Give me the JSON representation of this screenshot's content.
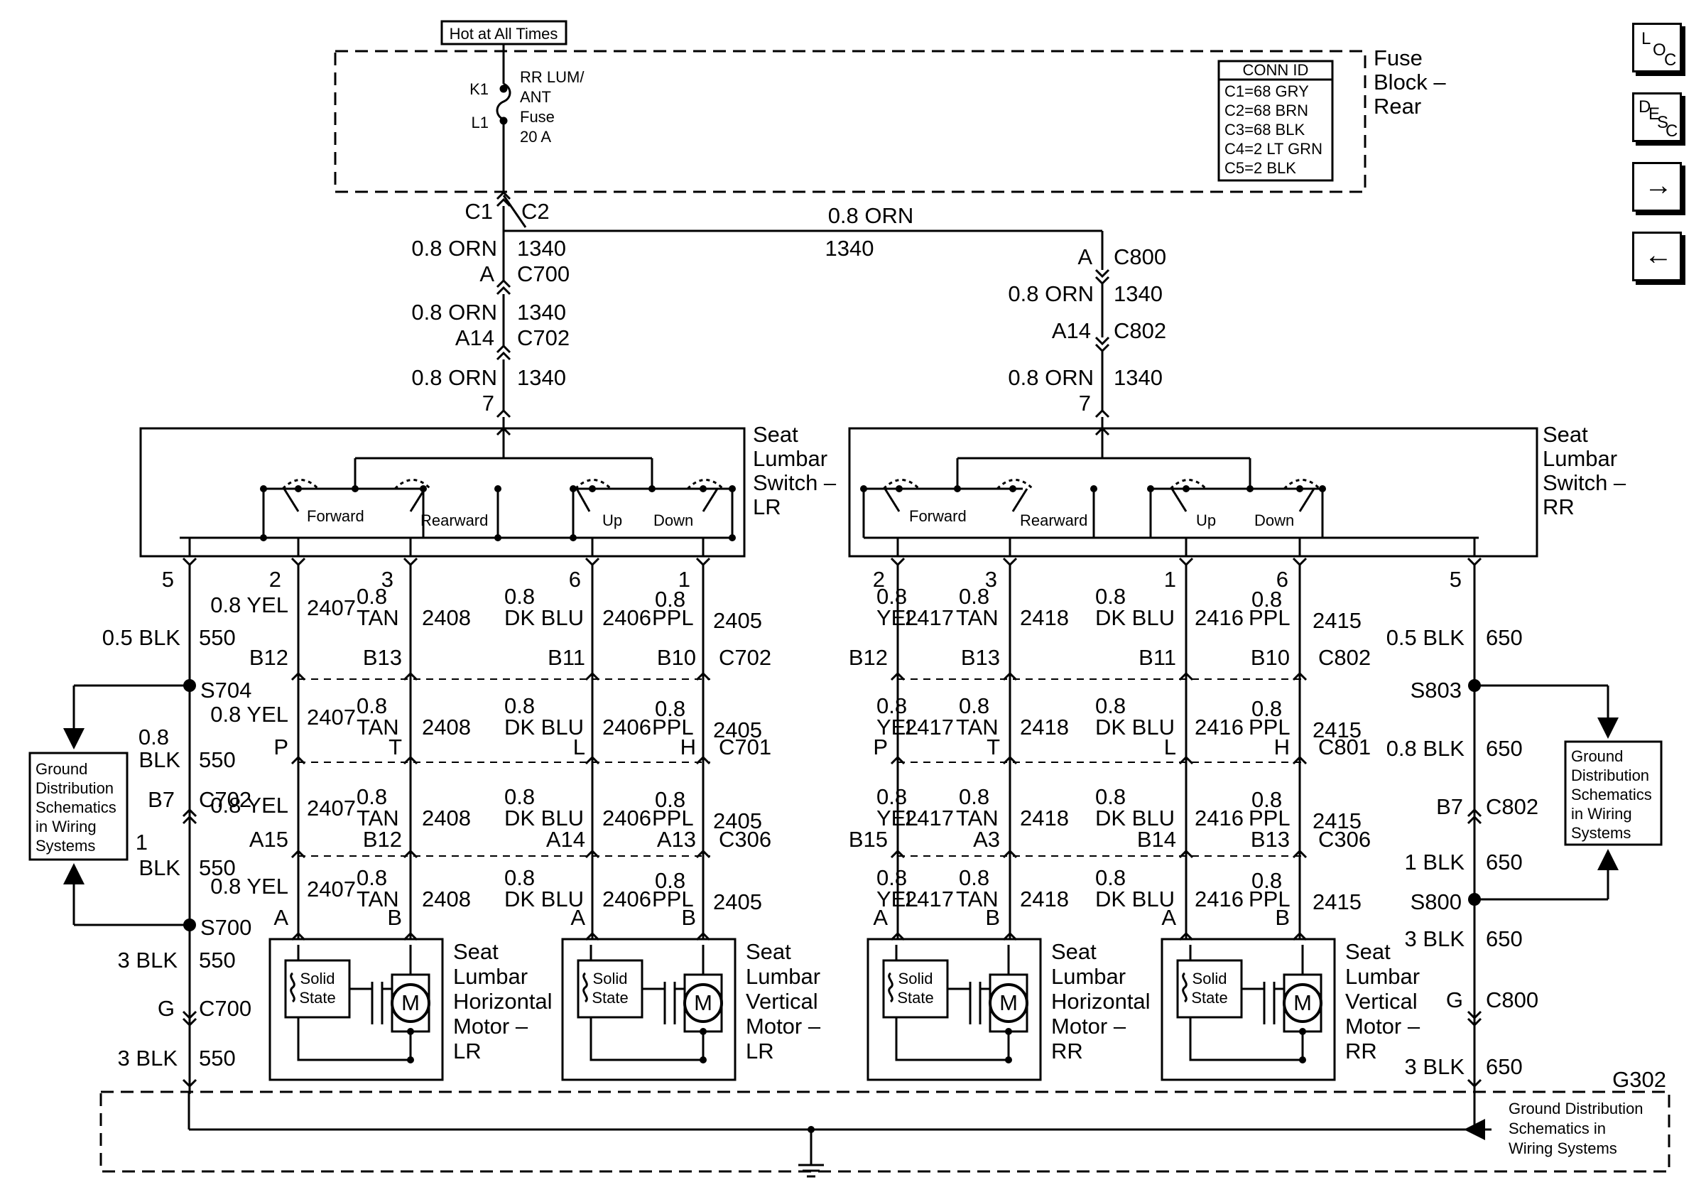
{
  "header": {
    "hot": "Hot at All Times"
  },
  "fuse_block": {
    "name": [
      "Fuse",
      "Block –",
      "Rear"
    ],
    "fuse": {
      "k1": "K1",
      "l1": "L1",
      "lines": [
        "RR LUM/",
        "ANT",
        "Fuse",
        "20 A"
      ]
    },
    "conn_id": {
      "title": "CONN ID",
      "rows": [
        "C1=68 GRY",
        "C2=68 BRN",
        "C3=68 BLK",
        "C4=2 LT GRN",
        "C5=2 BLK"
      ]
    },
    "c1": "C1",
    "c2": "C2"
  },
  "feed": {
    "top_wire": "0.8 ORN",
    "top_circuit": "1340",
    "left": [
      {
        "wire": "0.8 ORN",
        "circuit": "1340",
        "pin": "A",
        "conn": "C700"
      },
      {
        "wire": "0.8 ORN",
        "circuit": "1340",
        "pin": "A14",
        "conn": "C702"
      },
      {
        "wire": "0.8 ORN",
        "circuit": "1340",
        "pin": "7"
      }
    ],
    "right": [
      {
        "pin": "A",
        "conn": "C800"
      },
      {
        "wire": "0.8 ORN",
        "circuit": "1340",
        "pin": "A14",
        "conn": "C802"
      },
      {
        "wire": "0.8 ORN",
        "circuit": "1340",
        "pin": "7"
      }
    ]
  },
  "switches": {
    "lr": {
      "name": [
        "Seat",
        "Lumbar",
        "Switch –",
        "LR"
      ],
      "forward": "Forward",
      "rearward": "Rearward",
      "up": "Up",
      "down": "Down"
    },
    "rr": {
      "name": [
        "Seat",
        "Lumbar",
        "Switch –",
        "RR"
      ],
      "forward": "Forward",
      "rearward": "Rearward",
      "up": "Up",
      "down": "Down"
    }
  },
  "left_side": {
    "pins_top": [
      "5",
      "2",
      "3",
      "6",
      "1"
    ],
    "ground": {
      "w1": "0.5 BLK",
      "c1": "550",
      "splice1": "S704",
      "w2a": "0.8",
      "w2b": "BLK",
      "c2": "550",
      "pin": "B7",
      "conn": "C702",
      "w3a": "1",
      "w3b": "BLK",
      "c3": "550",
      "splice2": "S700",
      "w4": "3 BLK",
      "c4": "550",
      "pin2": "G",
      "conn2": "C700",
      "w5": "3 BLK",
      "c5": "550"
    },
    "gd_box": [
      "Ground",
      "Distribution",
      "Schematics",
      "in Wiring",
      "Systems"
    ],
    "row1": {
      "yel": "0.8 YEL",
      "yel_c": "2407",
      "tan_a": "0.8",
      "tan_b": "TAN",
      "tan_c": "2408",
      "blu_a": "0.8",
      "blu_b": "DK BLU",
      "blu_c": "2406",
      "ppl_a": "0.8",
      "ppl_b": "PPL",
      "ppl_c": "2405",
      "pins": [
        "B12",
        "B13",
        "B11",
        "B10"
      ],
      "conn": "C702"
    },
    "row2": {
      "yel": "0.8 YEL",
      "yel_c": "2407",
      "tan_a": "0.8",
      "tan_b": "TAN",
      "tan_c": "2408",
      "blu_a": "0.8",
      "blu_b": "DK BLU",
      "blu_c": "2406",
      "ppl_a": "0.8",
      "ppl_b": "PPL",
      "ppl_c": "2405",
      "pins": [
        "P",
        "T",
        "L",
        "H"
      ],
      "conn": "C701"
    },
    "row3": {
      "yel": "0.8 YEL",
      "yel_c": "2407",
      "tan_a": "0.8",
      "tan_b": "TAN",
      "tan_c": "2408",
      "blu_a": "0.8",
      "blu_b": "DK BLU",
      "blu_c": "2406",
      "ppl_a": "0.8",
      "ppl_b": "PPL",
      "ppl_c": "2405",
      "pins": [
        "A15",
        "B12",
        "A14",
        "A13"
      ],
      "conn": "C306"
    },
    "row4": {
      "yel": "0.8 YEL",
      "yel_c": "2407",
      "tan_a": "0.8",
      "tan_b": "TAN",
      "tan_c": "2408",
      "blu_a": "0.8",
      "blu_b": "DK BLU",
      "blu_c": "2406",
      "ppl_a": "0.8",
      "ppl_b": "PPL",
      "ppl_c": "2405",
      "pins": [
        "A",
        "B",
        "A",
        "B"
      ]
    }
  },
  "right_side": {
    "pins_top": [
      "2",
      "3",
      "1",
      "6",
      "5"
    ],
    "ground": {
      "w1": "0.5 BLK",
      "c1": "650",
      "splice1": "S803",
      "w2": "0.8 BLK",
      "c2": "650",
      "pin": "B7",
      "conn": "C802",
      "w3": "1 BLK",
      "c3": "650",
      "splice2": "S800",
      "w4": "3 BLK",
      "c4": "650",
      "pin2": "G",
      "conn2": "C800",
      "w5": "3 BLK",
      "c5": "650"
    },
    "gd_box": [
      "Ground",
      "Distribution",
      "Schematics",
      "in Wiring",
      "Systems"
    ],
    "row1": {
      "yel_a": "0.8",
      "yel_b": "YEL",
      "yel_c": "2417",
      "tan_a": "0.8",
      "tan_b": "TAN",
      "tan_c": "2418",
      "blu_a": "0.8",
      "blu_b": "DK BLU",
      "blu_c": "2416",
      "ppl_a": "0.8",
      "ppl_b": "PPL",
      "ppl_c": "2415",
      "pins": [
        "B12",
        "B13",
        "B11",
        "B10"
      ],
      "conn": "C802"
    },
    "row2": {
      "yel_a": "0.8",
      "yel_b": "YEL",
      "yel_c": "2417",
      "tan_a": "0.8",
      "tan_b": "TAN",
      "tan_c": "2418",
      "blu_a": "0.8",
      "blu_b": "DK BLU",
      "blu_c": "2416",
      "ppl_a": "0.8",
      "ppl_b": "PPL",
      "ppl_c": "2415",
      "pins": [
        "P",
        "T",
        "L",
        "H"
      ],
      "conn": "C801"
    },
    "row3": {
      "yel_a": "0.8",
      "yel_b": "YEL",
      "yel_c": "2417",
      "tan_a": "0.8",
      "tan_b": "TAN",
      "tan_c": "2418",
      "blu_a": "0.8",
      "blu_b": "DK BLU",
      "blu_c": "2416",
      "ppl_a": "0.8",
      "ppl_b": "PPL",
      "ppl_c": "2415",
      "pins": [
        "B15",
        "A3",
        "B14",
        "B13"
      ],
      "conn": "C306"
    },
    "row4": {
      "yel_a": "0.8",
      "yel_b": "YEL",
      "yel_c": "2417",
      "tan_a": "0.8",
      "tan_b": "TAN",
      "tan_c": "2418",
      "blu_a": "0.8",
      "blu_b": "DK BLU",
      "blu_c": "2416",
      "ppl_a": "0.8",
      "ppl_b": "PPL",
      "ppl_c": "2415",
      "pins": [
        "A",
        "B",
        "A",
        "B"
      ]
    }
  },
  "motors": [
    {
      "name": [
        "Seat",
        "Lumbar",
        "Horizontal",
        "Motor –",
        "LR"
      ],
      "ss": [
        "Solid",
        "State"
      ],
      "m": "M"
    },
    {
      "name": [
        "Seat",
        "Lumbar",
        "Vertical",
        "Motor –",
        "LR"
      ],
      "ss": [
        "Solid",
        "State"
      ],
      "m": "M"
    },
    {
      "name": [
        "Seat",
        "Lumbar",
        "Horizontal",
        "Motor –",
        "RR"
      ],
      "ss": [
        "Solid",
        "State"
      ],
      "m": "M"
    },
    {
      "name": [
        "Seat",
        "Lumbar",
        "Vertical",
        "Motor –",
        "RR"
      ],
      "ss": [
        "Solid",
        "State"
      ],
      "m": "M"
    }
  ],
  "ground_bus": {
    "id": "G302",
    "note": [
      "Ground Distribution",
      "Schematics in",
      "Wiring Systems"
    ]
  },
  "nav": {
    "loc": [
      "L",
      "O",
      "C"
    ],
    "desc": [
      "D",
      "E",
      "S",
      "C"
    ],
    "next": "→",
    "prev": "←"
  }
}
